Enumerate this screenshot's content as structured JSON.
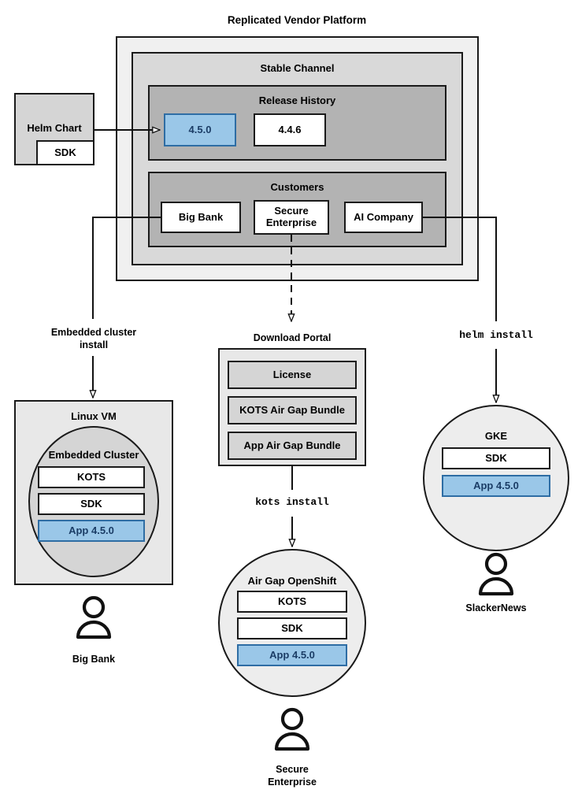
{
  "diagram": {
    "title": "Replicated Vendor Platform",
    "platform": {
      "stable_channel": {
        "title": "Stable Channel",
        "release_history": {
          "title": "Release History",
          "releases": [
            {
              "version": "4.5.0",
              "highlighted": true
            },
            {
              "version": "4.4.6",
              "highlighted": false
            }
          ]
        },
        "customers": {
          "title": "Customers",
          "items": [
            {
              "name": "Big Bank"
            },
            {
              "name": "Secure\nEnterprise"
            },
            {
              "name": "AI Company"
            }
          ]
        }
      }
    },
    "helm_chart": {
      "title": "Helm Chart",
      "sdk_label": "SDK"
    },
    "download_portal": {
      "title": "Download Portal",
      "items": [
        "License",
        "KOTS Air Gap Bundle",
        "App Air Gap Bundle"
      ]
    },
    "edges": [
      {
        "label": "Embedded cluster\ninstall",
        "style": "solid",
        "font": "sans"
      },
      {
        "label": "helm install",
        "style": "solid",
        "font": "mono"
      },
      {
        "label": "kots install",
        "style": "solid",
        "font": "mono"
      }
    ],
    "targets": {
      "linux_vm": {
        "title": "Linux VM",
        "cluster_title": "Embedded Cluster",
        "components": [
          {
            "label": "KOTS",
            "highlighted": false
          },
          {
            "label": "SDK",
            "highlighted": false
          },
          {
            "label": "App 4.5.0",
            "highlighted": true
          }
        ],
        "owner": "Big Bank"
      },
      "airgap_openshift": {
        "title": "Air Gap OpenShift",
        "components": [
          {
            "label": "KOTS",
            "highlighted": false
          },
          {
            "label": "SDK",
            "highlighted": false
          },
          {
            "label": "App 4.5.0",
            "highlighted": true
          }
        ],
        "owner": "Secure\nEnterprise"
      },
      "gke": {
        "title": "GKE",
        "components": [
          {
            "label": "SDK",
            "highlighted": false
          },
          {
            "label": "App 4.5.0",
            "highlighted": true
          }
        ],
        "owner": "SlackerNews"
      }
    },
    "colors": {
      "accent_fill": "#9ac7e8",
      "accent_border": "#2e6da4",
      "accent_text": "#1b3d66",
      "stroke": "#1a1a1a",
      "panel_outer": "#f0f0f0",
      "panel_mid": "#d9d9d9",
      "panel_inner": "#b3b3b3"
    }
  }
}
